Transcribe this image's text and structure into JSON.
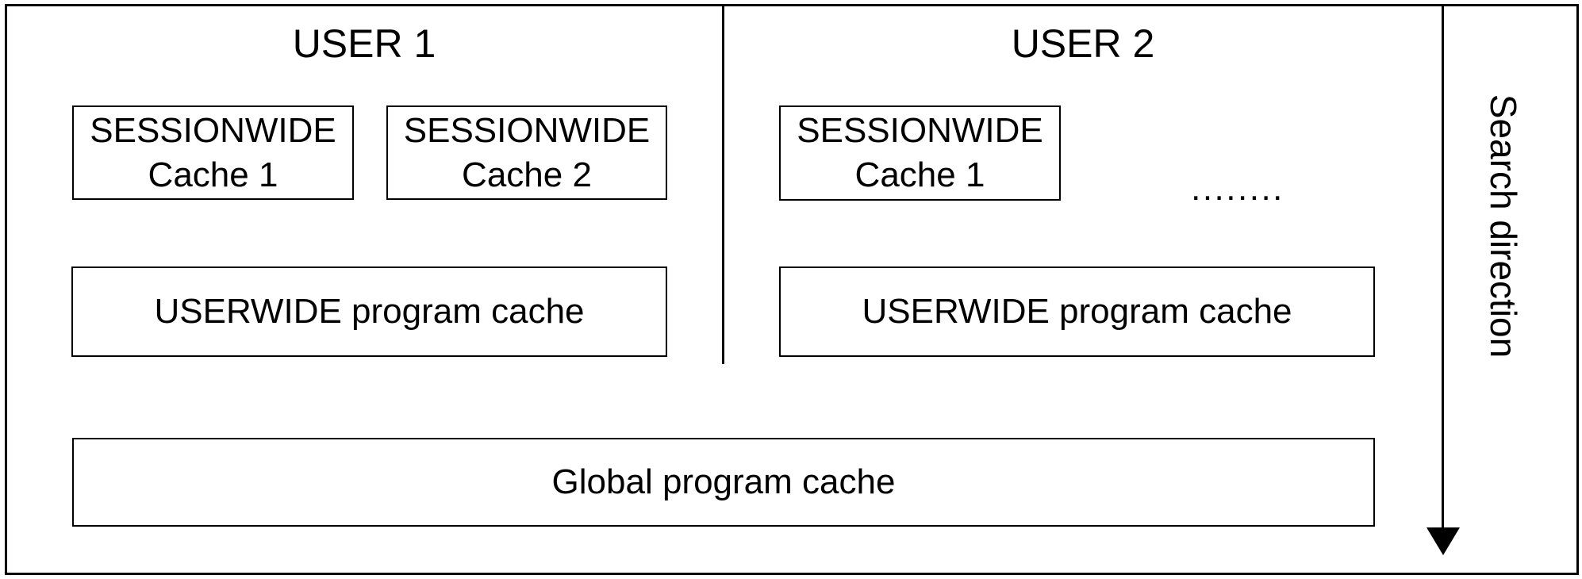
{
  "colors": {
    "ink": "#000000",
    "paper": "#ffffff"
  },
  "diagram": {
    "user1": {
      "title": "USER 1",
      "session_cache_1": {
        "line1": "SESSIONWIDE",
        "line2": "Cache 1"
      },
      "session_cache_2": {
        "line1": "SESSIONWIDE",
        "line2": "Cache 2"
      },
      "userwide_cache_label": "USERWIDE program cache"
    },
    "user2": {
      "title": "USER 2",
      "session_cache_1": {
        "line1": "SESSIONWIDE",
        "line2": "Cache 1"
      },
      "ellipsis_dots": "........",
      "userwide_cache_label": "USERWIDE program cache"
    },
    "global_cache_label": "Global program cache",
    "search_direction_label": "Search direction"
  }
}
